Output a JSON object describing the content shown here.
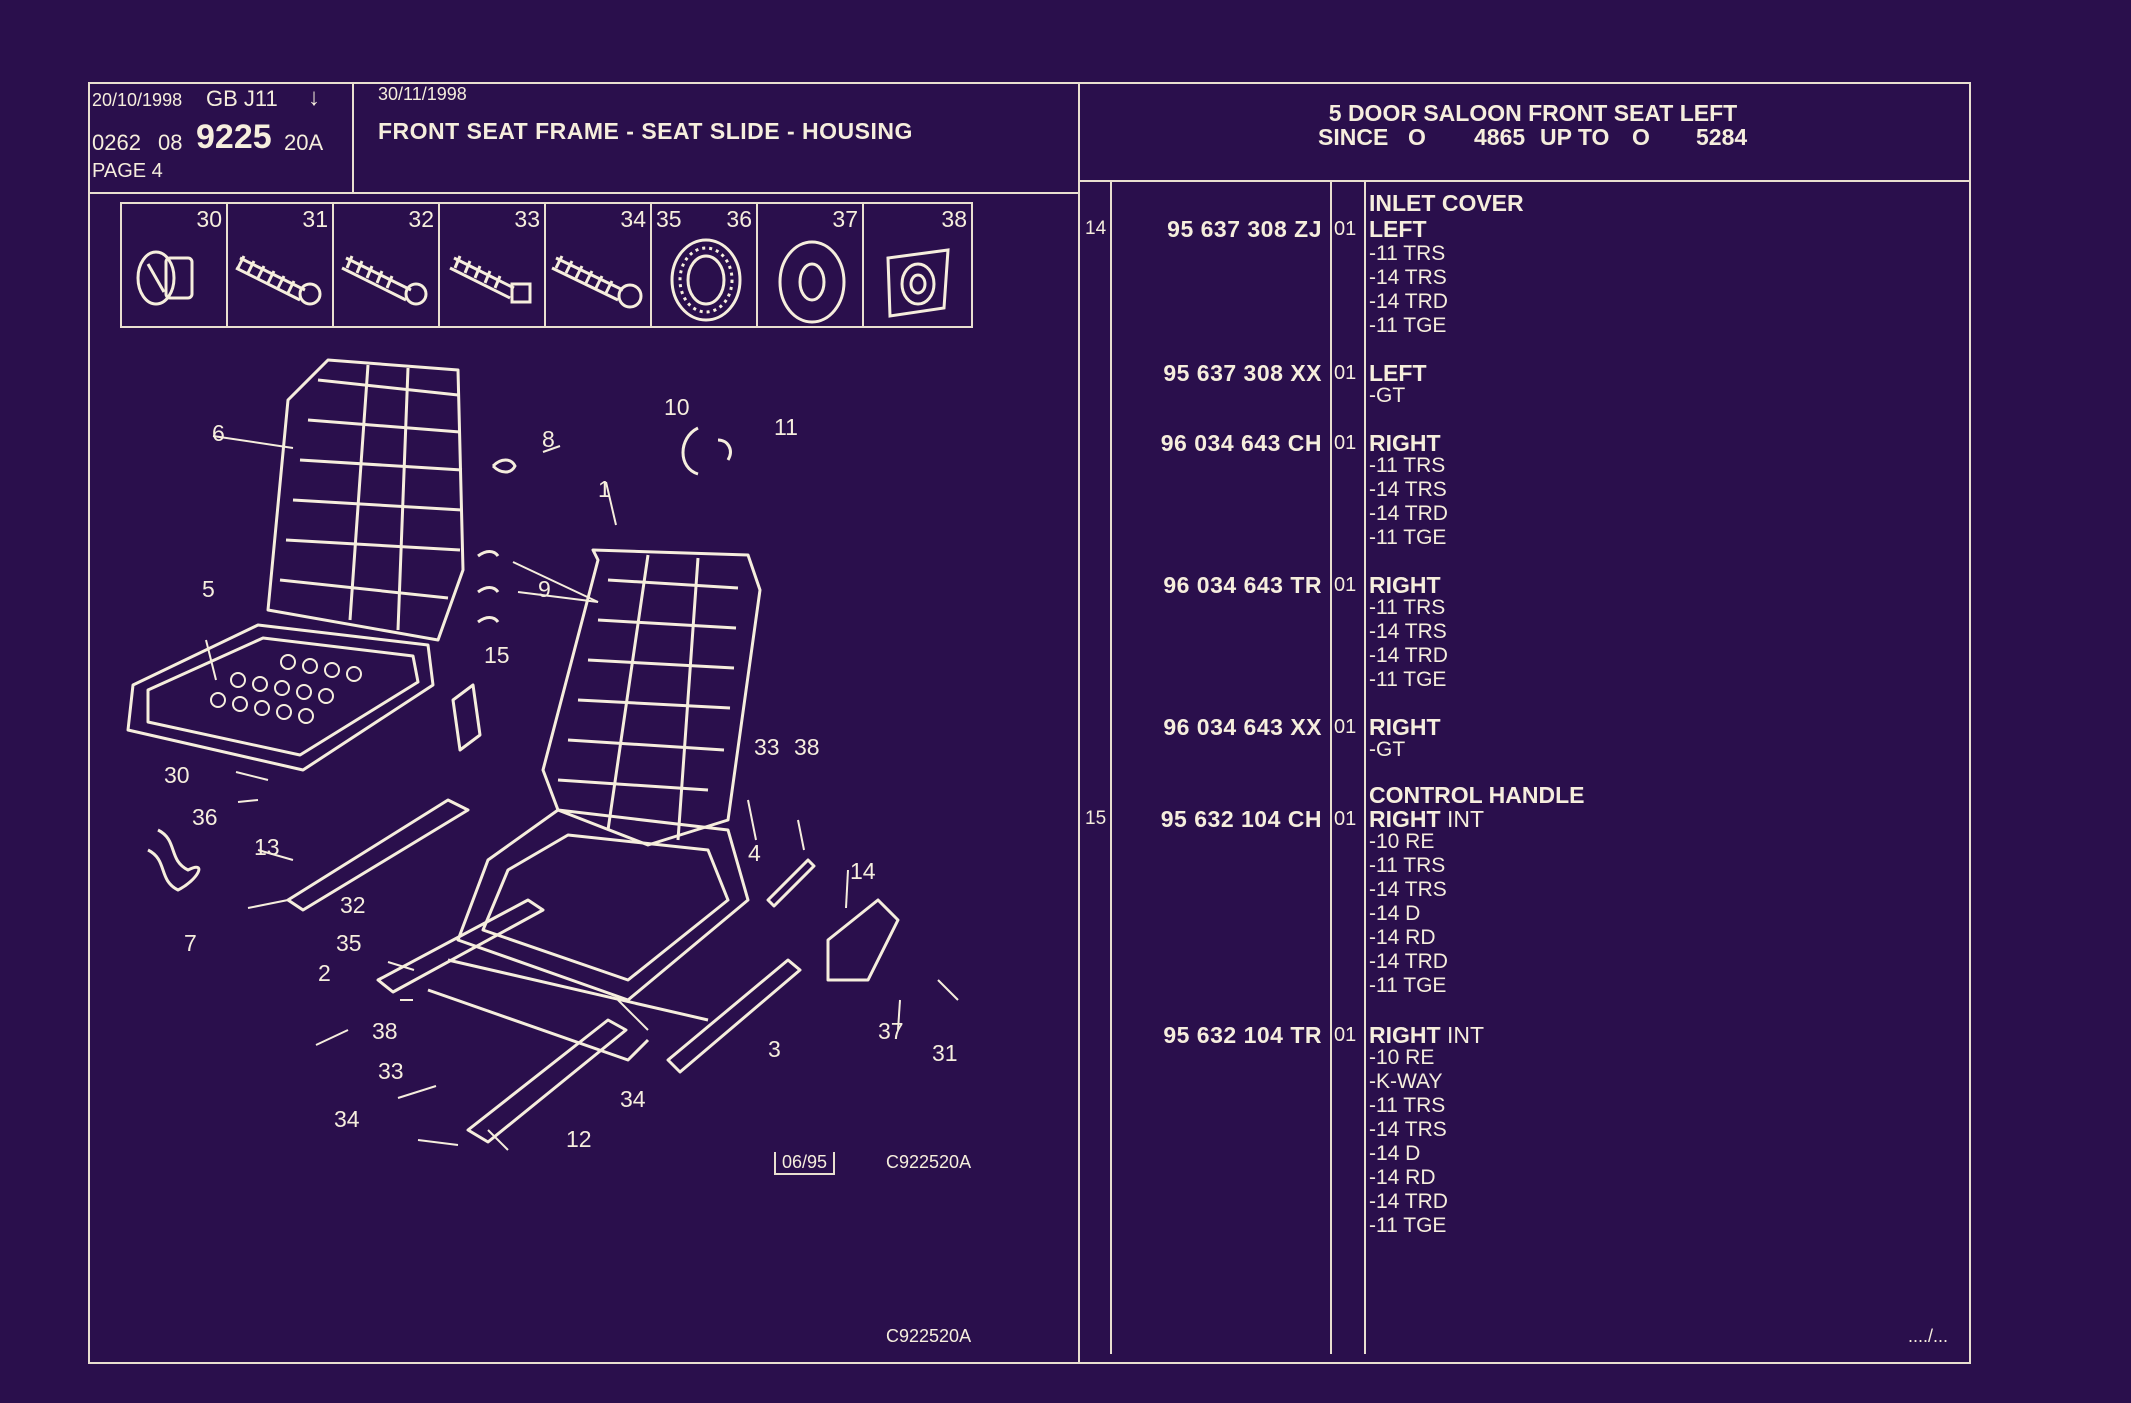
{
  "header": {
    "date": "20/10/1998",
    "country": "GB",
    "model": "J11",
    "arrow": "↓",
    "code_a": "0262",
    "code_b": "08",
    "code_big": "9225",
    "code_c": "20A",
    "page": "PAGE 4",
    "date2": "30/11/1998",
    "title": "FRONT SEAT FRAME - SEAT SLIDE - HOUSING",
    "right_line1": "5 DOOR SALOON FRONT SEAT LEFT",
    "right_since": "SINCE",
    "right_o1": "O",
    "right_from": "4865",
    "right_upto": "UP  TO",
    "right_o2": "O",
    "right_to": "5284"
  },
  "small_parts": [
    "30",
    "31",
    "32",
    "33",
    "34",
    "35",
    "36",
    "37",
    "38"
  ],
  "callouts": {
    "c1": "1",
    "c2": "2",
    "c3": "3",
    "c4": "4",
    "c5": "5",
    "c6": "6",
    "c7": "7",
    "c8": "8",
    "c9": "9",
    "c10": "10",
    "c11": "11",
    "c12": "12",
    "c13": "13",
    "c14": "14",
    "c15": "15",
    "c30": "30",
    "c31": "31",
    "c32": "32",
    "c33a": "33",
    "c33b": "33",
    "c34a": "34",
    "c34b": "34",
    "c35": "35",
    "c36": "36",
    "c37": "37",
    "c38a": "38",
    "c38b": "38"
  },
  "footer": {
    "stamp_date": "06/95",
    "ref_code": "C922520A",
    "bottom_code": "C922520A",
    "continue": "..../..."
  },
  "parts": {
    "g14_head": "INLET COVER",
    "g14_ref": "14",
    "p1": {
      "no": "95 637 308 ZJ",
      "qty": "01",
      "side": "LEFT",
      "vars": [
        "-11 TRS",
        "-14 TRS",
        "-14 TRD",
        "-11 TGE"
      ]
    },
    "p2": {
      "no": "95 637 308 XX",
      "qty": "01",
      "side": "LEFT",
      "vars": [
        "-GT"
      ]
    },
    "p3": {
      "no": "96 034 643 CH",
      "qty": "01",
      "side": "RIGHT",
      "vars": [
        "-11 TRS",
        "-14 TRS",
        "-14 TRD",
        "-11 TGE"
      ]
    },
    "p4": {
      "no": "96 034 643 TR",
      "qty": "01",
      "side": "RIGHT",
      "vars": [
        "-11 TRS",
        "-14 TRS",
        "-14 TRD",
        "-11 TGE"
      ]
    },
    "p5": {
      "no": "96 034 643 XX",
      "qty": "01",
      "side": "RIGHT",
      "vars": [
        "-GT"
      ]
    },
    "g15_head": "CONTROL HANDLE",
    "g15_ref": "15",
    "p6": {
      "no": "95 632 104 CH",
      "qty": "01",
      "side": "RIGHT",
      "side_extra": "INT",
      "vars": [
        "-10 RE",
        "-11 TRS",
        "-14 TRS",
        "-14 D",
        "-14 RD",
        "-14 TRD",
        "-11 TGE"
      ]
    },
    "p7": {
      "no": "95 632 104 TR",
      "qty": "01",
      "side": "RIGHT",
      "side_extra": "INT",
      "vars": [
        "-10 RE",
        "-K-WAY",
        "-11 TRS",
        "-14 TRS",
        "-14 D",
        "-14 RD",
        "-14 TRD",
        "-11 TGE"
      ]
    }
  }
}
